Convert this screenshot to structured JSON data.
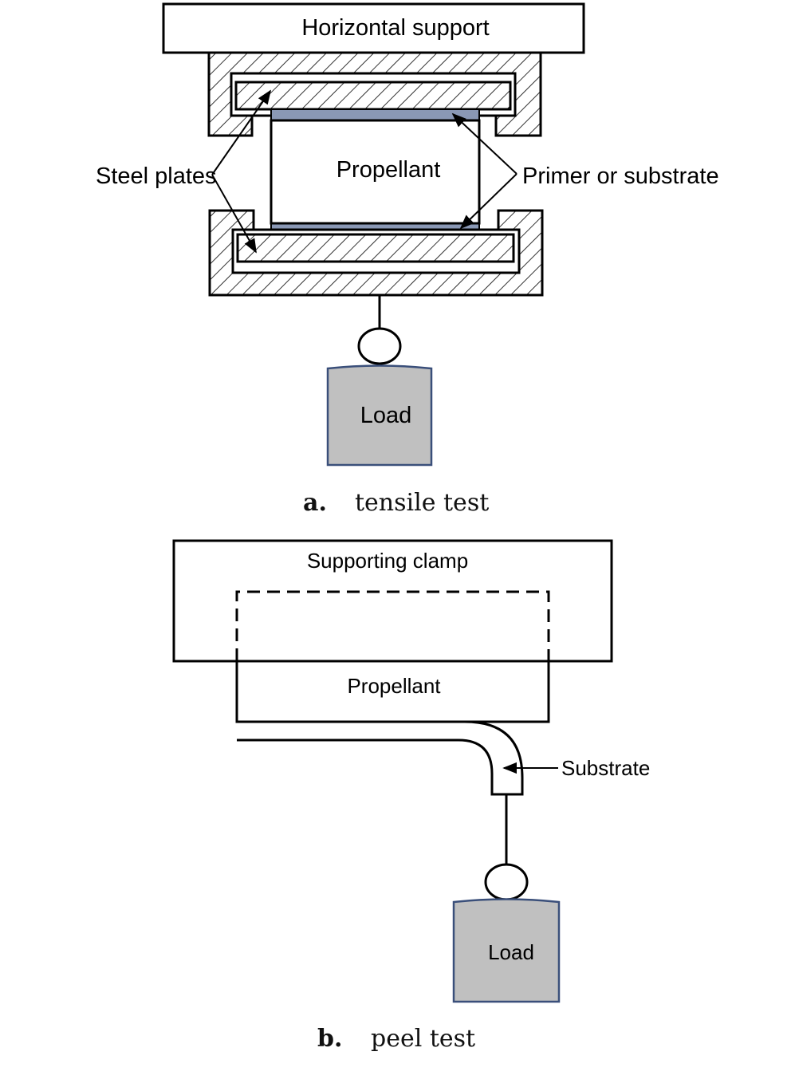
{
  "panel_a": {
    "support_label": "Horizontal support",
    "propellant_label": "Propellant",
    "steel_plates_label": "Steel plates",
    "primer_label": "Primer or substrate",
    "load_label": "Load",
    "caption_letter": "a.",
    "caption_text": "tensile test"
  },
  "panel_b": {
    "clamp_label": "Supporting clamp",
    "propellant_label": "Propellant",
    "substrate_label": "Substrate",
    "load_label": "Load",
    "caption_letter": "b.",
    "caption_text": "peel test"
  },
  "colors": {
    "primer_layer": "#8a98b5",
    "load_fill": "#c0c0c0",
    "load_stroke": "#3a4f7a"
  }
}
